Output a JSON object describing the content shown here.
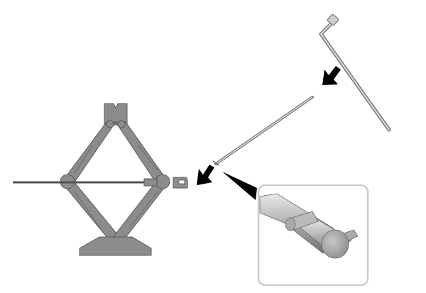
{
  "figure": {
    "parts": [
      "scissor-jack",
      "extension-rod",
      "wheel-wrench",
      "rod-end-detail"
    ],
    "colors": {
      "metal": "#8c8c8c",
      "metal_dark": "#555555",
      "arrow": "#000000",
      "inset_border": "#cccccc"
    }
  }
}
